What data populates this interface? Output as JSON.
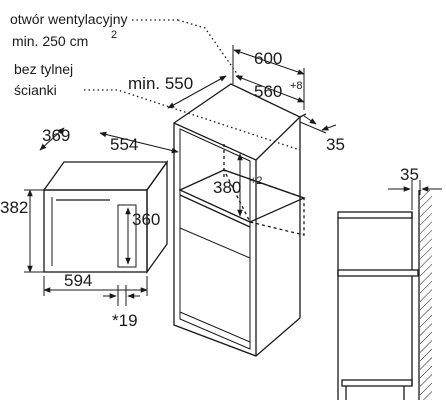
{
  "notes": {
    "vent_line1": "otwór wentylacyjny",
    "vent_line2": "min. 250 cm",
    "vent_sup": "2",
    "noback_line1": "bez tylnej",
    "noback_line2": "ścianki"
  },
  "appliance": {
    "depth": "369",
    "width_top": "554",
    "height": "382",
    "inner_height": "360",
    "width_bottom": "594",
    "offset": "*19"
  },
  "cabinet": {
    "width": "600",
    "min_depth": "min. 550",
    "niche_width": "560",
    "niche_width_tol": "+8",
    "panel_gap": "35",
    "niche_height": "380",
    "niche_height_tol": "+2"
  },
  "side_view": {
    "gap": "35"
  }
}
